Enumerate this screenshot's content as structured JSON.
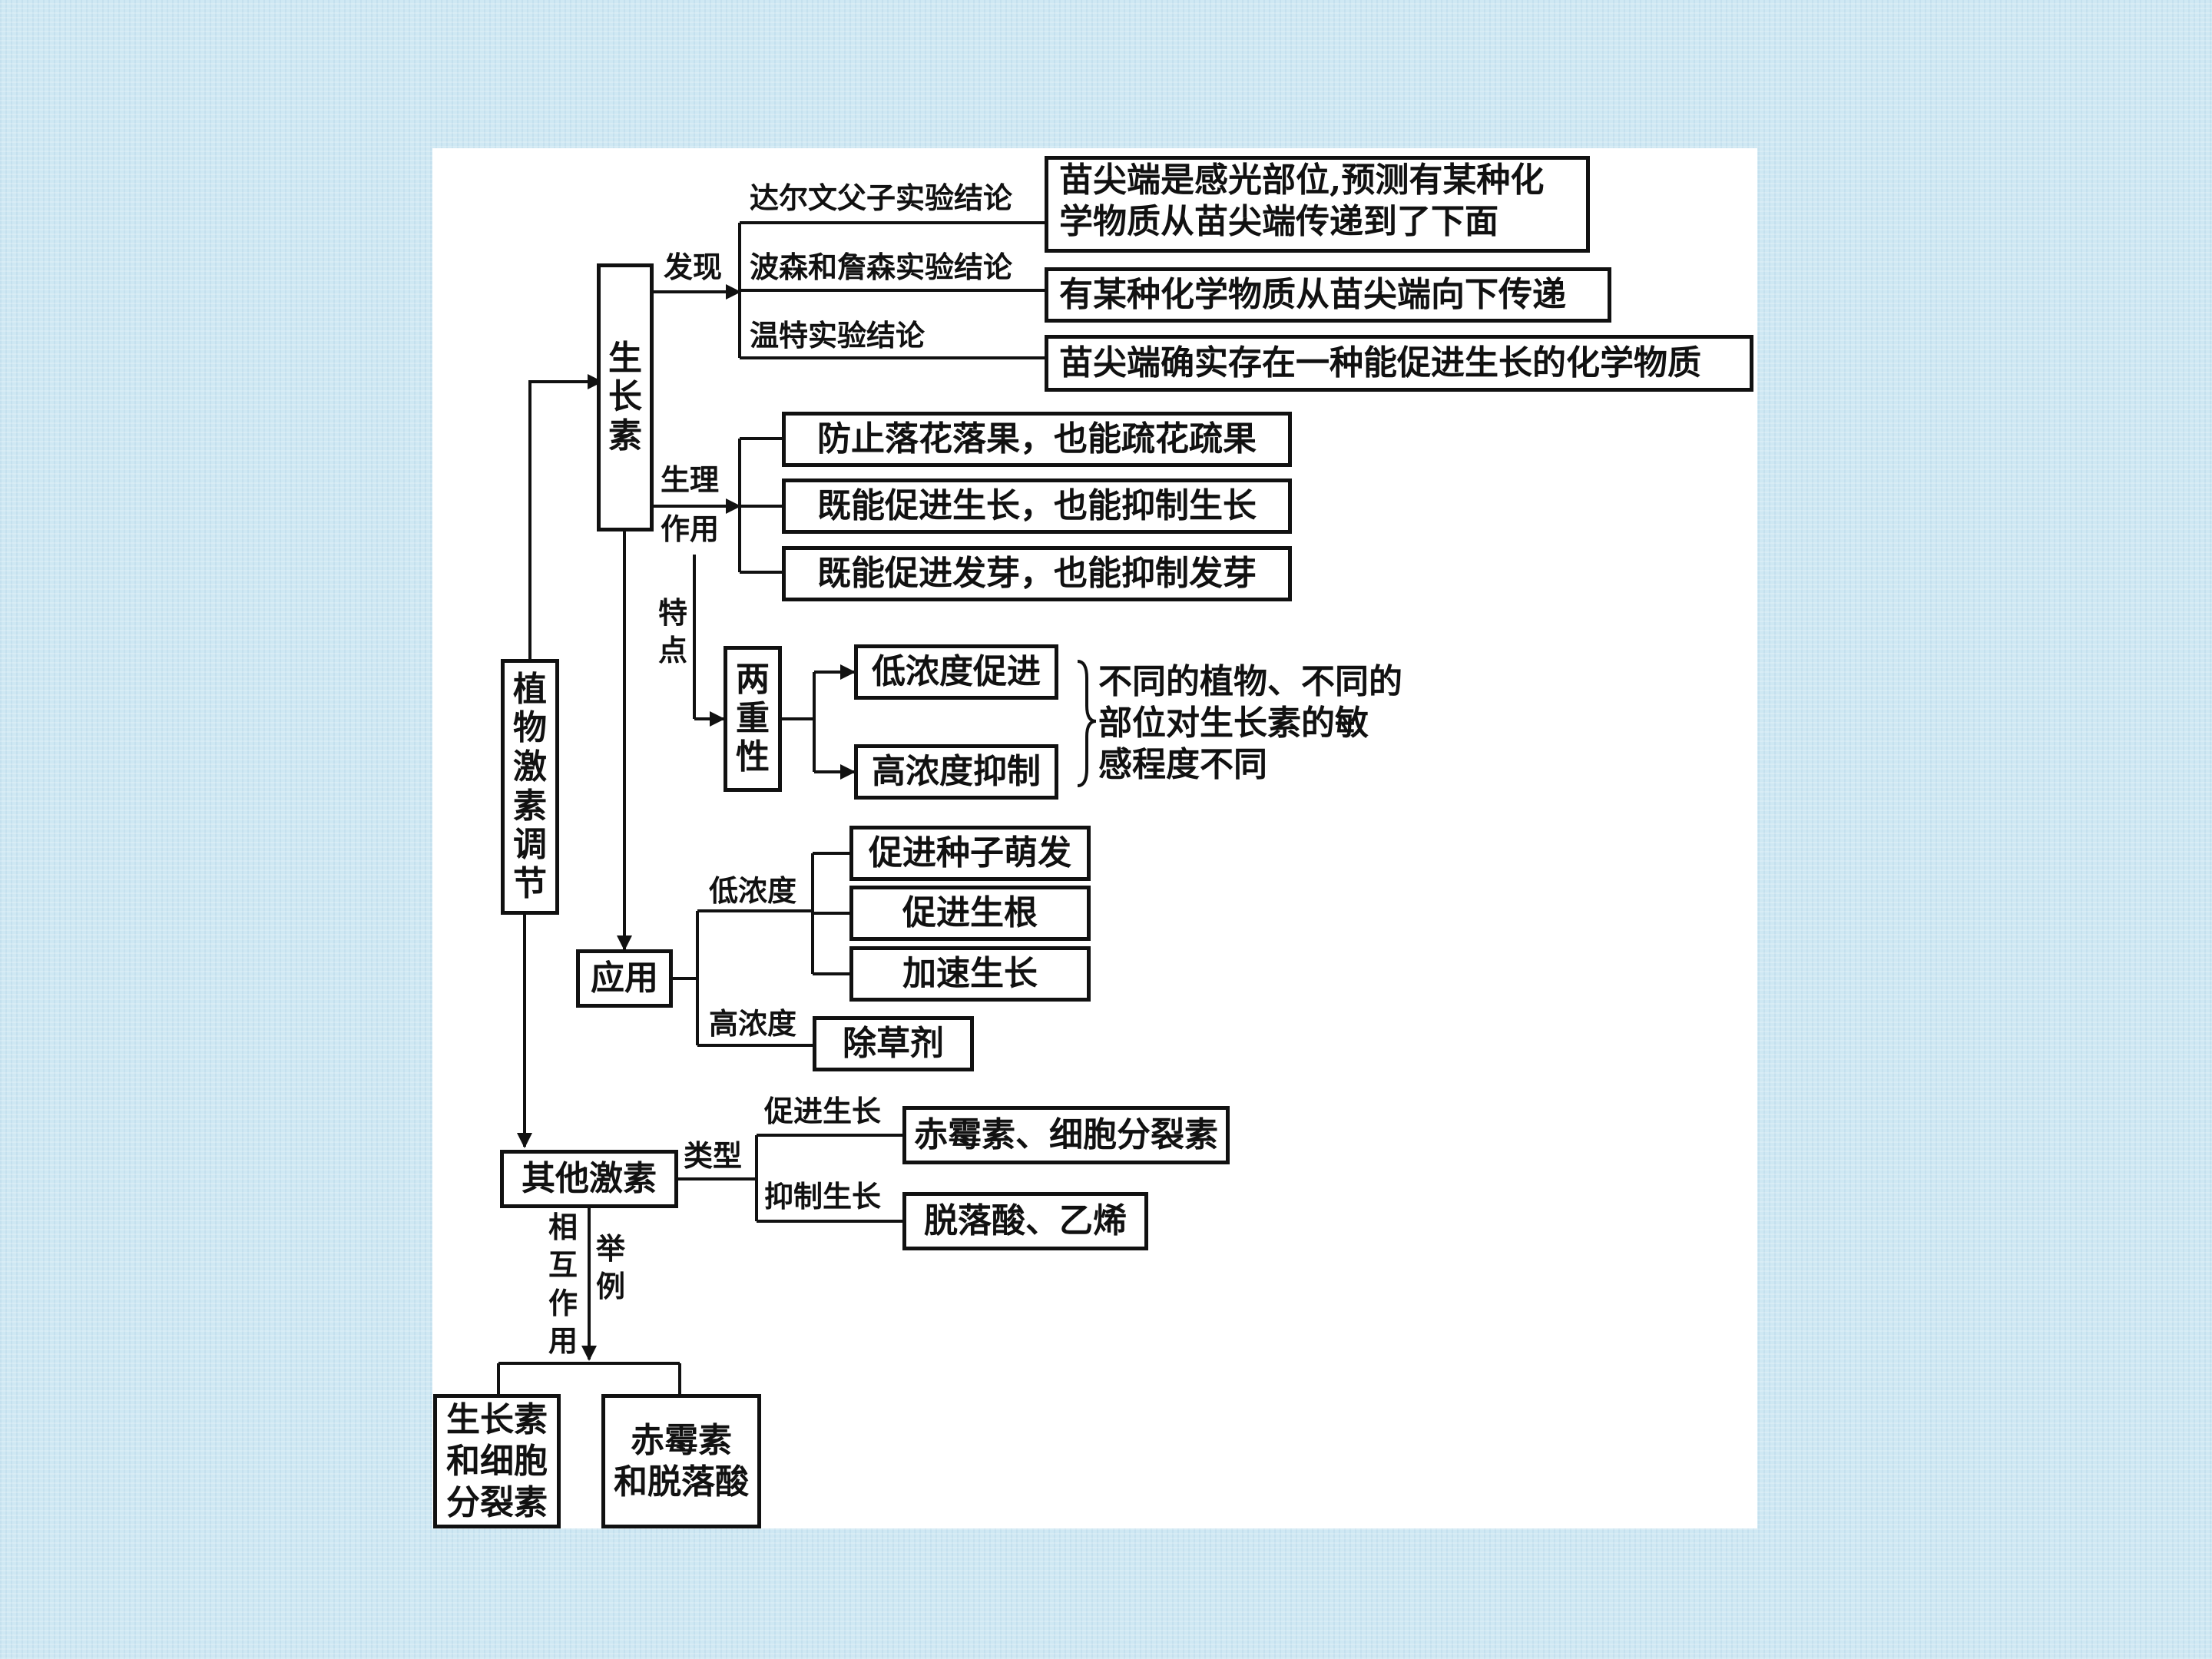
{
  "root": "植物激素调节",
  "auxin": "生长素",
  "discovery": {
    "label": "发现",
    "items": [
      {
        "source": "达尔文父子实验结论",
        "conclusion_lines": [
          "苗尖端是感光部位,预测有某种化",
          "学物质从苗尖端传递到了下面"
        ]
      },
      {
        "source": "波森和詹森实验结论",
        "conclusion_lines": [
          "有某种化学物质从苗尖端向下传递"
        ]
      },
      {
        "source": "温特实验结论",
        "conclusion_lines": [
          "苗尖端确实存在一种能促进生长的化学物质"
        ]
      }
    ]
  },
  "physiology": {
    "label_line1": "生理",
    "label_line2": "作用",
    "items": [
      "防止落花落果，也能疏花疏果",
      "既能促进生长，也能抑制生长",
      "既能促进发芽，也能抑制发芽"
    ]
  },
  "feature": {
    "label": "特点",
    "name": "两重性",
    "low": "低浓度促进",
    "high": "高浓度抑制",
    "note_lines": [
      "不同的植物、不同的",
      "部位对生长素的敏",
      "感程度不同"
    ]
  },
  "application": {
    "name": "应用",
    "low_label": "低浓度",
    "low_items": [
      "促进种子萌发",
      "促进生根",
      "加速生长"
    ],
    "high_label": "高浓度",
    "high_items": [
      "除草剂"
    ]
  },
  "other": {
    "name": "其他激素",
    "type_label": "类型",
    "promote_label": "促进生长",
    "promote_items": "赤霉素、细胞分裂素",
    "inhibit_label": "抑制生长",
    "inhibit_items": "脱落酸、乙烯",
    "interaction_label": "相互作用",
    "example_label": "举例",
    "examples": [
      {
        "lines": [
          "生长素",
          "和细胞",
          "分裂素"
        ]
      },
      {
        "lines": [
          "赤霉素",
          "和脱落酸"
        ]
      }
    ]
  }
}
